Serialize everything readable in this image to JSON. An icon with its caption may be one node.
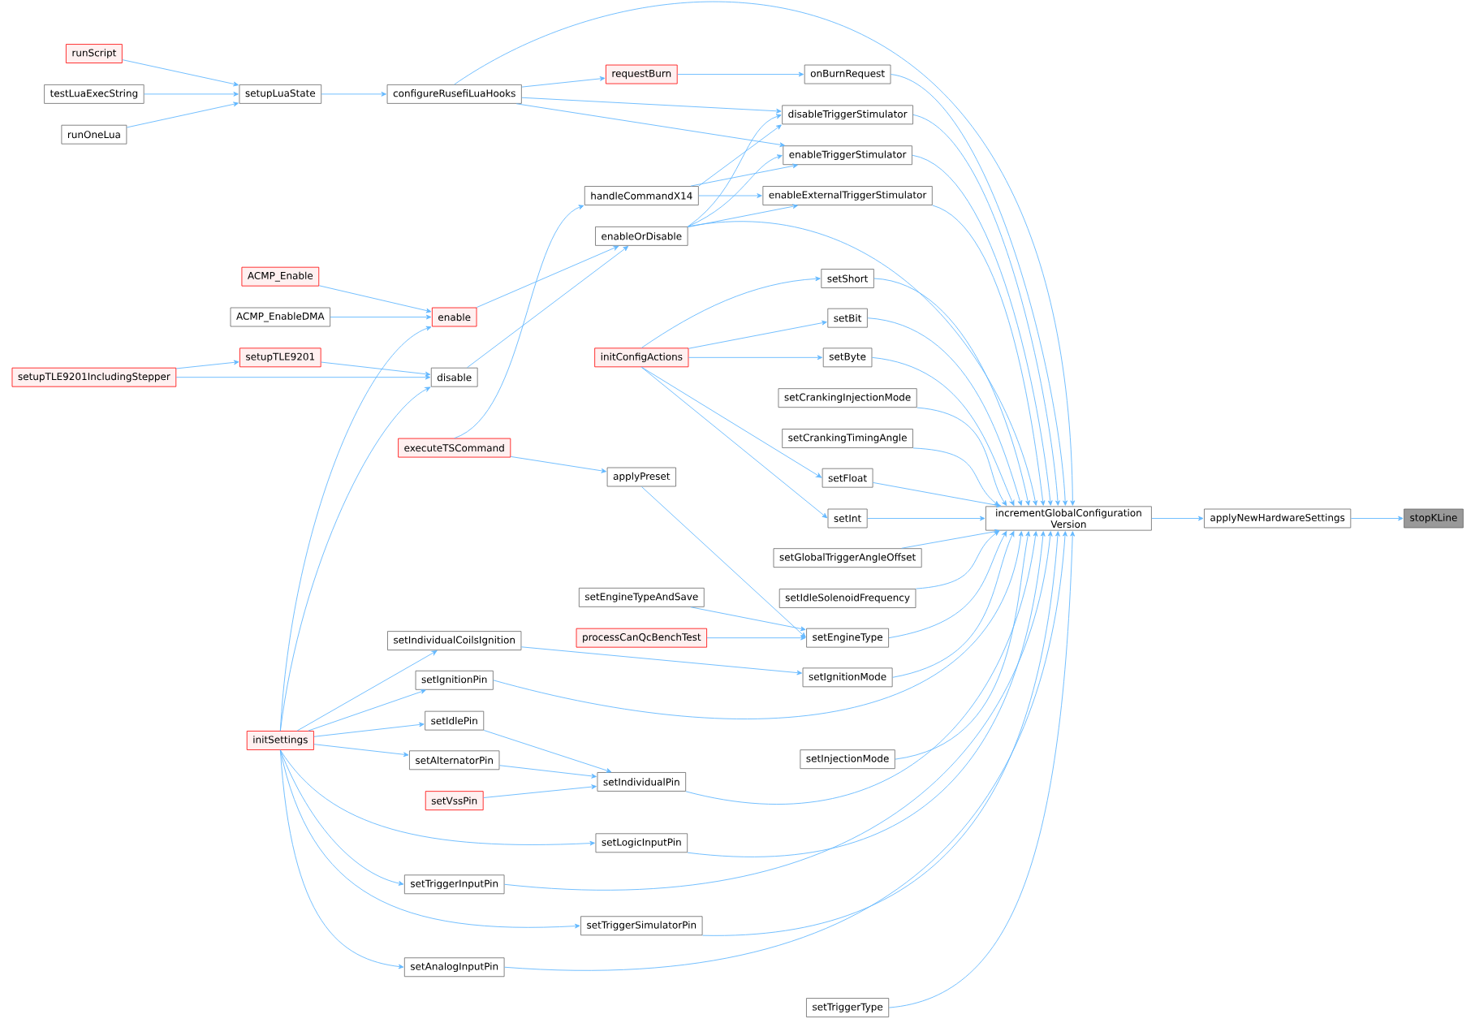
{
  "diagram": {
    "nodes": [
      {
        "text": [
          "runScript"
        ]
      },
      {
        "text": [
          "testLuaExecString"
        ]
      },
      {
        "text": [
          "runOneLua"
        ]
      },
      {
        "text": [
          "setupLuaState"
        ]
      },
      {
        "text": [
          "configureRusefiLuaHooks"
        ]
      },
      {
        "text": [
          "requestBurn"
        ]
      },
      {
        "text": [
          "onBurnRequest"
        ]
      },
      {
        "text": [
          "disableTriggerStimulator"
        ]
      },
      {
        "text": [
          "enableTriggerStimulator"
        ]
      },
      {
        "text": [
          "enableExternalTriggerStimulator"
        ]
      },
      {
        "text": [
          "handleCommandX14"
        ]
      },
      {
        "text": [
          "enableOrDisable"
        ]
      },
      {
        "text": [
          "ACMP_Enable"
        ]
      },
      {
        "text": [
          "ACMP_EnableDMA"
        ]
      },
      {
        "text": [
          "enable"
        ]
      },
      {
        "text": [
          "setupTLE9201"
        ]
      },
      {
        "text": [
          "setupTLE9201IncludingStepper"
        ]
      },
      {
        "text": [
          "disable"
        ]
      },
      {
        "text": [
          "setShort"
        ]
      },
      {
        "text": [
          "setBit"
        ]
      },
      {
        "text": [
          "initConfigActions"
        ]
      },
      {
        "text": [
          "setByte"
        ]
      },
      {
        "text": [
          "setCrankingInjectionMode"
        ]
      },
      {
        "text": [
          "setCrankingTimingAngle"
        ]
      },
      {
        "text": [
          "executeTSCommand"
        ]
      },
      {
        "text": [
          "applyPreset"
        ]
      },
      {
        "text": [
          "setFloat"
        ]
      },
      {
        "text": [
          "setInt"
        ]
      },
      {
        "text": [
          "incrementGlobalConfiguration Version"
        ]
      },
      {
        "text": [
          "applyNewHardwareSettings"
        ]
      },
      {
        "text": [
          "stopKLine"
        ]
      },
      {
        "text": [
          "setGlobalTriggerAngleOffset"
        ]
      },
      {
        "text": [
          "setEngineTypeAndSave"
        ]
      },
      {
        "text": [
          "setIdleSolenoidFrequency"
        ]
      },
      {
        "text": [
          "processCanQcBenchTest"
        ]
      },
      {
        "text": [
          "setEngineType"
        ]
      },
      {
        "text": [
          "setIndividualCoilsIgnition"
        ]
      },
      {
        "text": [
          "setIgnitionMode"
        ]
      },
      {
        "text": [
          "setIgnitionPin"
        ]
      },
      {
        "text": [
          "initSettings"
        ]
      },
      {
        "text": [
          "setIdlePin"
        ]
      },
      {
        "text": [
          "setInjectionMode"
        ]
      },
      {
        "text": [
          "setAlternatorPin"
        ]
      },
      {
        "text": [
          "setIndividualPin"
        ]
      },
      {
        "text": [
          "setVssPin"
        ]
      },
      {
        "text": [
          "setLogicInputPin"
        ]
      },
      {
        "text": [
          "setTriggerInputPin"
        ]
      },
      {
        "text": [
          "setTriggerSimulatorPin"
        ]
      },
      {
        "text": [
          "setAnalogInputPin"
        ]
      },
      {
        "text": [
          "setTriggerType"
        ]
      }
    ],
    "edges": [
      {
        "from": 0,
        "to": 3,
        "arrow": "to"
      },
      {
        "from": 1,
        "to": 3,
        "arrow": "to"
      },
      {
        "from": 2,
        "to": 3,
        "arrow": "to"
      },
      {
        "from": 3,
        "to": 4,
        "arrow": "to"
      },
      {
        "from": 4,
        "to": 5,
        "arrow": "to"
      },
      {
        "from": 4,
        "to": 7,
        "arrow": "to"
      },
      {
        "from": 4,
        "to": 8,
        "arrow": "to"
      },
      {
        "from": 4,
        "to": 28,
        "arrow": "to"
      },
      {
        "from": 5,
        "to": 6,
        "arrow": "to"
      },
      {
        "from": 6,
        "to": 28,
        "arrow": "to"
      },
      {
        "from": 7,
        "to": 28,
        "arrow": "to"
      },
      {
        "from": 8,
        "to": 28,
        "arrow": "to"
      },
      {
        "from": 9,
        "to": 28,
        "arrow": "to"
      },
      {
        "from": 10,
        "to": 7,
        "arrow": "to"
      },
      {
        "from": 10,
        "to": 8,
        "arrow": "to"
      },
      {
        "from": 10,
        "to": 9,
        "arrow": "to"
      },
      {
        "from": 11,
        "to": 7,
        "arrow": "to"
      },
      {
        "from": 11,
        "to": 8,
        "arrow": "to"
      },
      {
        "from": 11,
        "to": 9,
        "arrow": "to"
      },
      {
        "from": 11,
        "to": 28,
        "arrow": "to"
      },
      {
        "from": 12,
        "to": 14,
        "arrow": "to"
      },
      {
        "from": 13,
        "to": 14,
        "arrow": "to"
      },
      {
        "from": 14,
        "to": 11,
        "arrow": "to"
      },
      {
        "from": 15,
        "to": 17,
        "arrow": "to"
      },
      {
        "from": 16,
        "to": 15,
        "arrow": "to"
      },
      {
        "from": 16,
        "to": 17,
        "arrow": "to"
      },
      {
        "from": 17,
        "to": 11,
        "arrow": "to"
      },
      {
        "from": 18,
        "to": 28,
        "arrow": "to"
      },
      {
        "from": 19,
        "to": 28,
        "arrow": "to"
      },
      {
        "from": 20,
        "to": 18,
        "arrow": "to"
      },
      {
        "from": 20,
        "to": 19,
        "arrow": "to"
      },
      {
        "from": 20,
        "to": 21,
        "arrow": "to"
      },
      {
        "from": 20,
        "to": 26,
        "arrow": "to"
      },
      {
        "from": 20,
        "to": 27,
        "arrow": "to"
      },
      {
        "from": 21,
        "to": 28,
        "arrow": "to"
      },
      {
        "from": 22,
        "to": 28,
        "arrow": "to"
      },
      {
        "from": 23,
        "to": 28,
        "arrow": "to"
      },
      {
        "from": 24,
        "to": 10,
        "arrow": "to"
      },
      {
        "from": 24,
        "to": 25,
        "arrow": "to"
      },
      {
        "from": 25,
        "to": 35,
        "arrow": "to"
      },
      {
        "from": 26,
        "to": 28,
        "arrow": "to"
      },
      {
        "from": 27,
        "to": 28,
        "arrow": "to"
      },
      {
        "from": 28,
        "to": 29,
        "arrow": "to"
      },
      {
        "from": 29,
        "to": 30,
        "arrow": "to"
      },
      {
        "from": 31,
        "to": 28,
        "arrow": "to"
      },
      {
        "from": 32,
        "to": 35,
        "arrow": "to"
      },
      {
        "from": 33,
        "to": 28,
        "arrow": "to"
      },
      {
        "from": 34,
        "to": 35,
        "arrow": "to"
      },
      {
        "from": 35,
        "to": 28,
        "arrow": "to"
      },
      {
        "from": 36,
        "to": 37,
        "arrow": "to"
      },
      {
        "from": 37,
        "to": 28,
        "arrow": "to"
      },
      {
        "from": 38,
        "to": 28,
        "arrow": "to"
      },
      {
        "from": 39,
        "to": 14,
        "arrow": "to"
      },
      {
        "from": 39,
        "to": 17,
        "arrow": "to"
      },
      {
        "from": 39,
        "to": 36,
        "arrow": "to"
      },
      {
        "from": 39,
        "to": 38,
        "arrow": "to"
      },
      {
        "from": 39,
        "to": 40,
        "arrow": "to"
      },
      {
        "from": 39,
        "to": 42,
        "arrow": "to"
      },
      {
        "from": 39,
        "to": 45,
        "arrow": "to"
      },
      {
        "from": 39,
        "to": 46,
        "arrow": "to"
      },
      {
        "from": 39,
        "to": 47,
        "arrow": "to"
      },
      {
        "from": 39,
        "to": 48,
        "arrow": "to"
      },
      {
        "from": 40,
        "to": 43,
        "arrow": "to"
      },
      {
        "from": 41,
        "to": 28,
        "arrow": "to"
      },
      {
        "from": 42,
        "to": 43,
        "arrow": "to"
      },
      {
        "from": 43,
        "to": 28,
        "arrow": "to"
      },
      {
        "from": 44,
        "to": 43,
        "arrow": "to"
      },
      {
        "from": 45,
        "to": 28,
        "arrow": "to"
      },
      {
        "from": 46,
        "to": 28,
        "arrow": "to"
      },
      {
        "from": 47,
        "to": 28,
        "arrow": "to"
      },
      {
        "from": 48,
        "to": 28,
        "arrow": "to"
      },
      {
        "from": 49,
        "to": 28,
        "arrow": "to"
      }
    ]
  }
}
